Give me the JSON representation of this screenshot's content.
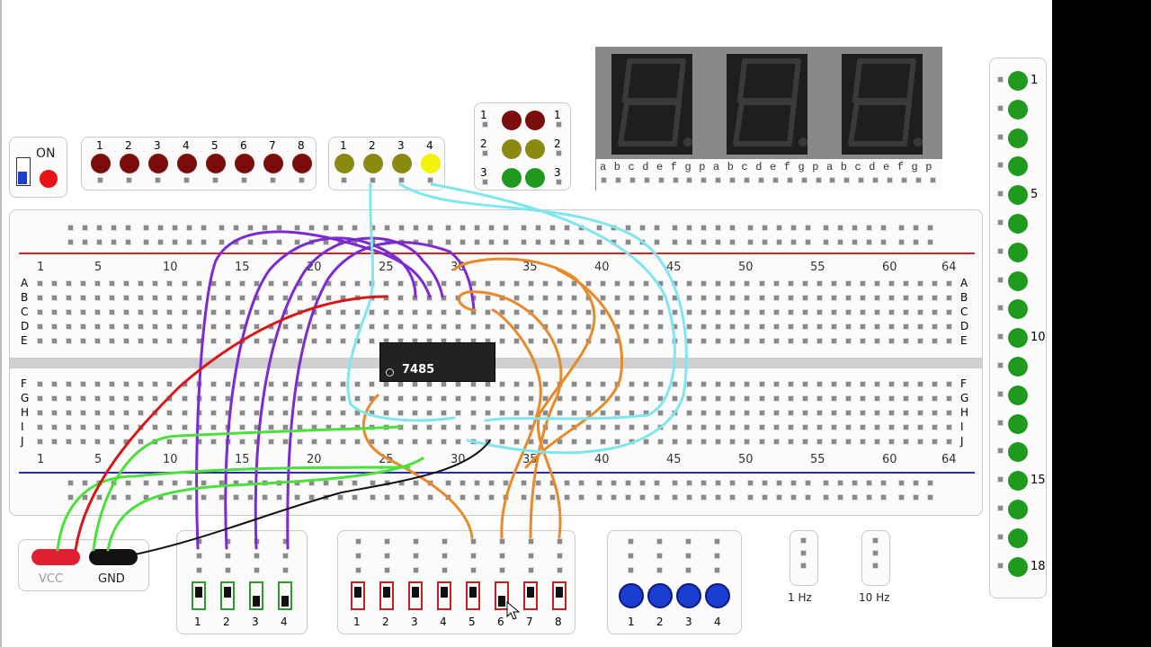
{
  "power_switch": {
    "label": "ON"
  },
  "led_bar_red": {
    "labels": [
      "1",
      "2",
      "3",
      "4",
      "5",
      "6",
      "7",
      "8"
    ]
  },
  "led_bar_yellow": {
    "labels": [
      "1",
      "2",
      "3",
      "4"
    ]
  },
  "traffic_light": {
    "left_labels": [
      "1",
      "2",
      "3"
    ],
    "right_labels": [
      "1",
      "2",
      "3"
    ]
  },
  "seven_segment": {
    "pin_labels": "abcdefgpabcdefgpabcdefgp",
    "digits": 3
  },
  "breadboard": {
    "top_numbers": [
      "1",
      "5",
      "10",
      "15",
      "20",
      "25",
      "30",
      "35",
      "40",
      "45",
      "50",
      "55",
      "60",
      "64"
    ],
    "bottom_numbers": [
      "1",
      "5",
      "10",
      "15",
      "20",
      "25",
      "30",
      "35",
      "40",
      "45",
      "50",
      "55",
      "60",
      "64"
    ],
    "rows_top": [
      "A",
      "B",
      "C",
      "D",
      "E"
    ],
    "rows_bottom": [
      "F",
      "G",
      "H",
      "I",
      "J"
    ],
    "chip_label": "7485"
  },
  "power_rails": {
    "vcc_label": "VCC",
    "gnd_label": "GND"
  },
  "green_switches": {
    "labels": [
      "1",
      "2",
      "3",
      "4"
    ]
  },
  "red_switches": {
    "labels": [
      "1",
      "2",
      "3",
      "4",
      "5",
      "6",
      "7",
      "8"
    ]
  },
  "buttons": {
    "labels": [
      "1",
      "2",
      "3",
      "4"
    ]
  },
  "clocks": {
    "slow_label": "1 Hz",
    "fast_label": "10 Hz"
  },
  "led_column": {
    "labels": [
      "1",
      "5",
      "10",
      "15",
      "18"
    ]
  },
  "colors": {
    "led_red": "#7b0d0d",
    "led_olive": "#8a8a10",
    "led_green": "#1f9a1f",
    "wire_purple": "#7b2bd0",
    "wire_orange": "#e88a2a",
    "wire_cyan": "#7fe6ef",
    "wire_green": "#4be03a",
    "wire_red": "#d81818",
    "switch_green": "#2a9a2a",
    "switch_red": "#c42020",
    "button_blue": "#1a3fd0"
  }
}
